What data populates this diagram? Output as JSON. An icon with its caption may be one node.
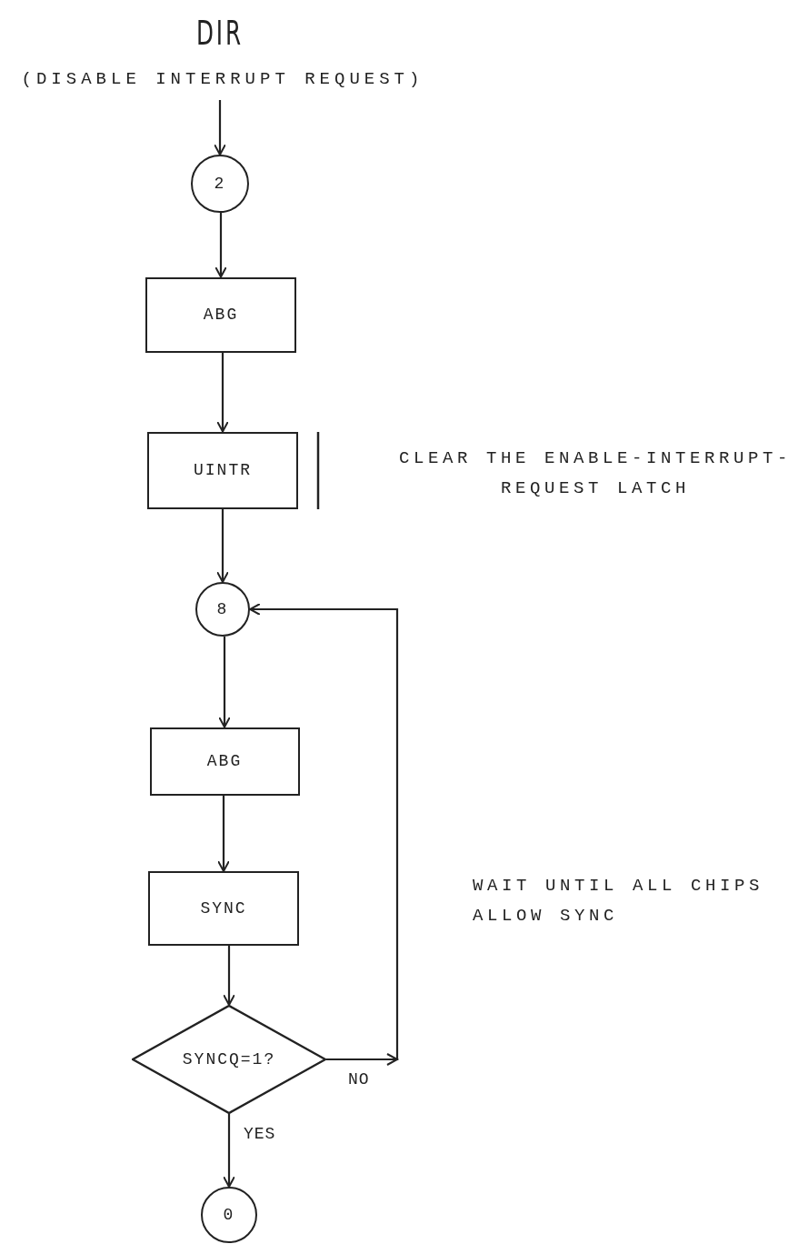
{
  "diagram": {
    "title": "DIR",
    "labels": [
      "(DISABLE INTERRUPT REQUEST)",
      "CLEAR THE ENABLE-INTERRUPT- REQUEST LATCH",
      "WAIT UNTIL ALL CHIPS ALLOW SYNC"
    ],
    "nodes": [
      {
        "text": [
          "2"
        ]
      },
      {
        "text": [
          "ABG"
        ]
      },
      {
        "text": [
          "UINTR"
        ]
      },
      {
        "text": [
          "8"
        ]
      },
      {
        "text": [
          "ABG"
        ]
      },
      {
        "text": [
          "SYNC"
        ]
      },
      {
        "text": [
          "SYNCQ=1?"
        ]
      },
      {
        "text": [
          "0"
        ]
      }
    ],
    "edges": [
      {
        "from": null,
        "to": 0,
        "arrow": "to"
      },
      {
        "from": 0,
        "to": 1,
        "arrow": "to"
      },
      {
        "from": 1,
        "to": 2,
        "arrow": "to"
      },
      {
        "from": 2,
        "to": 3,
        "arrow": "to"
      },
      {
        "from": 3,
        "to": 4,
        "arrow": "to"
      },
      {
        "from": 4,
        "to": 5,
        "arrow": "to"
      },
      {
        "from": 5,
        "to": 6,
        "arrow": "to"
      },
      {
        "from": 6,
        "to": 3,
        "arrow": "to",
        "label": "NO"
      },
      {
        "from": 6,
        "to": 7,
        "arrow": "to",
        "label": "YES"
      }
    ]
  }
}
